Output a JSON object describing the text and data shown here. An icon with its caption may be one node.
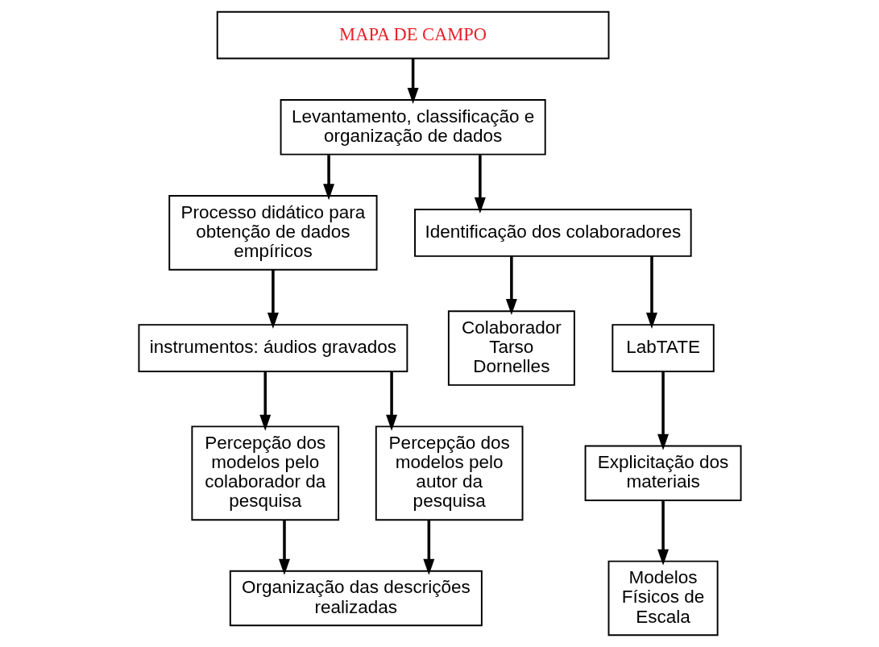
{
  "diagram": {
    "nodes": [
      {
        "text": [
          "MAPA DE CAMPO"
        ]
      },
      {
        "text": [
          "Levantamento, classificação e organização de dados"
        ]
      },
      {
        "text": [
          "Processo didático para obtenção de dados empíricos"
        ]
      },
      {
        "text": [
          "Identificação dos colaboradores"
        ]
      },
      {
        "text": [
          "instrumentos: áudios gravados"
        ]
      },
      {
        "text": [
          "Colaborador Tarso Dornelles"
        ]
      },
      {
        "text": [
          "LabTATE"
        ]
      },
      {
        "text": [
          "Percepção dos modelos pelo colaborador da pesquisa"
        ]
      },
      {
        "text": [
          "Percepção dos modelos pelo autor da pesquisa"
        ]
      },
      {
        "text": [
          "Explicitação dos materiais"
        ]
      },
      {
        "text": [
          "Modelos Físicos de Escala"
        ]
      },
      {
        "text": [
          "Organização das descrições realizadas"
        ]
      }
    ],
    "edges": [
      {
        "from": 0,
        "to": 1,
        "arrow": "to"
      },
      {
        "from": 1,
        "to": 2,
        "arrow": "to"
      },
      {
        "from": 1,
        "to": 3,
        "arrow": "to"
      },
      {
        "from": 2,
        "to": 4,
        "arrow": "to"
      },
      {
        "from": 3,
        "to": 5,
        "arrow": "to"
      },
      {
        "from": 3,
        "to": 6,
        "arrow": "to"
      },
      {
        "from": 4,
        "to": 7,
        "arrow": "to"
      },
      {
        "from": 4,
        "to": 8,
        "arrow": "to"
      },
      {
        "from": 6,
        "to": 9,
        "arrow": "to"
      },
      {
        "from": 9,
        "to": 10,
        "arrow": "to"
      },
      {
        "from": 7,
        "to": 11,
        "arrow": "to"
      },
      {
        "from": 8,
        "to": 11,
        "arrow": "to"
      }
    ]
  }
}
